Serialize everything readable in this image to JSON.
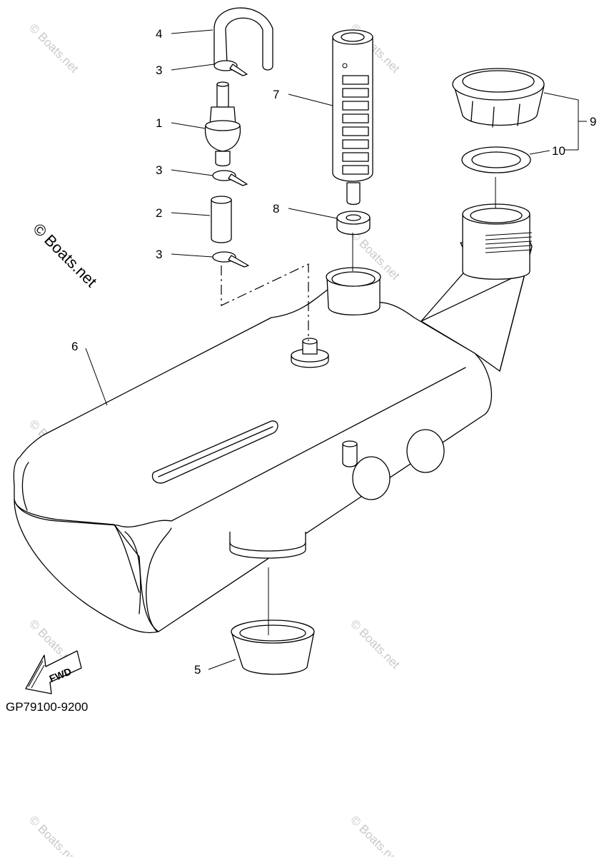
{
  "diagram": {
    "code": "GP79100-9200",
    "fwd_label": "FWD",
    "copyright_main": "© Boats.net",
    "watermark": "© Boats.net",
    "callouts": {
      "c1": "1",
      "c2": "2",
      "c3a": "3",
      "c3b": "3",
      "c3c": "3",
      "c4": "4",
      "c5": "5",
      "c6": "6",
      "c7": "7",
      "c8": "8",
      "c9": "9",
      "c10": "10"
    }
  }
}
